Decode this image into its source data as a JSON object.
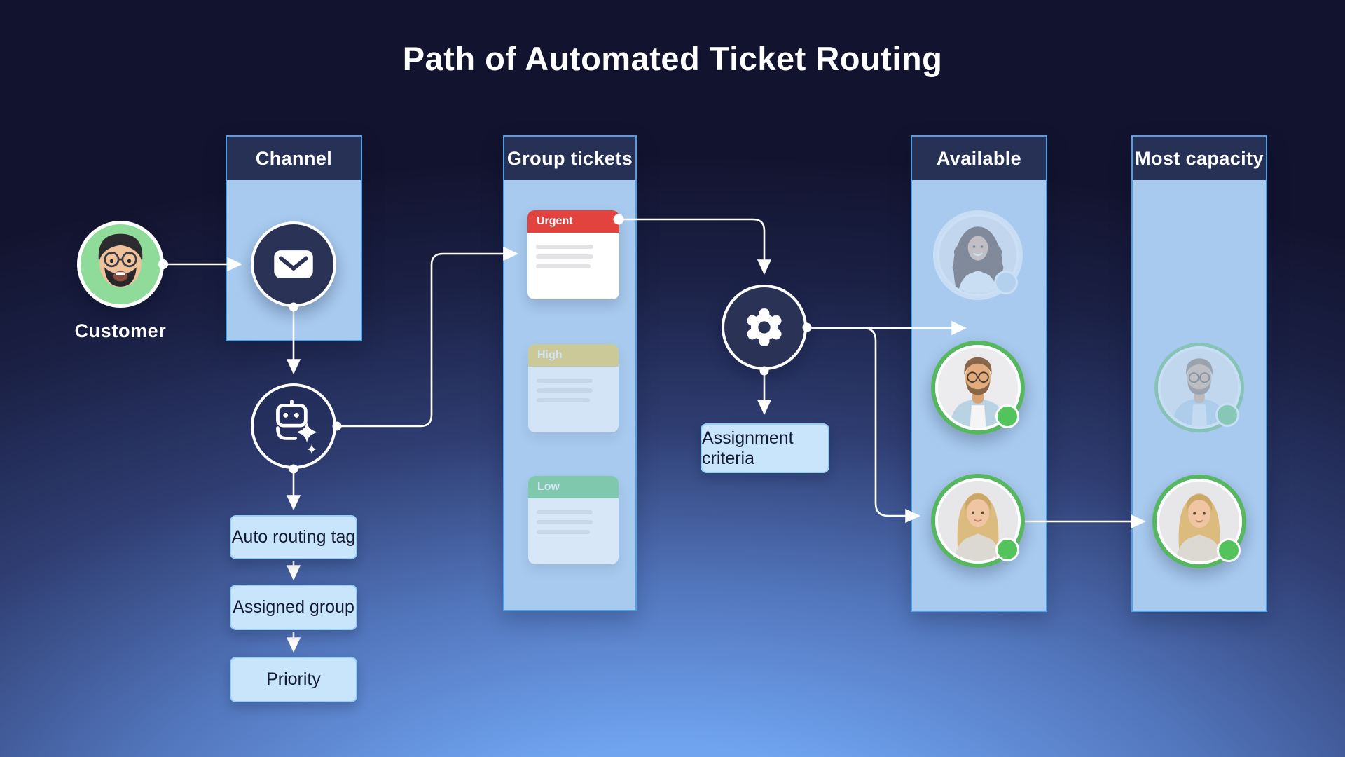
{
  "title": "Path of Automated Ticket Routing",
  "customer": {
    "label": "Customer"
  },
  "columns": {
    "channel": {
      "title": "Channel"
    },
    "group_tickets": {
      "title": "Group tickets"
    },
    "available": {
      "title": "Available"
    },
    "most_capacity": {
      "title": "Most capacity"
    }
  },
  "tickets": [
    {
      "label": "Urgent",
      "color": "#E2433F"
    },
    {
      "label": "High",
      "color": "#EFC944"
    },
    {
      "label": "Low",
      "color": "#5FC878"
    }
  ],
  "flow_boxes": {
    "auto_routing_tag": "Auto routing tag",
    "assigned_group": "Assigned group",
    "priority": "Priority",
    "assignment_criteria": "Assignment criteria"
  },
  "icons": {
    "channel_node": "mail-icon",
    "routing_node": "ai-bot-icon",
    "criteria_node": "gear-icon"
  },
  "colors": {
    "background_top": "#12132E",
    "background_bottom": "#7CB0F6",
    "column_border": "#4D9FE8",
    "column_header_bg": "#273156",
    "column_body_bg": "#A7CAEE",
    "node_bg": "#2A3256",
    "flow_box_bg": "#C9E5FB",
    "online_green": "#53C35B",
    "avatar_ring_green": "#56B75F",
    "customer_avatar_bg": "#8FDB9A"
  }
}
